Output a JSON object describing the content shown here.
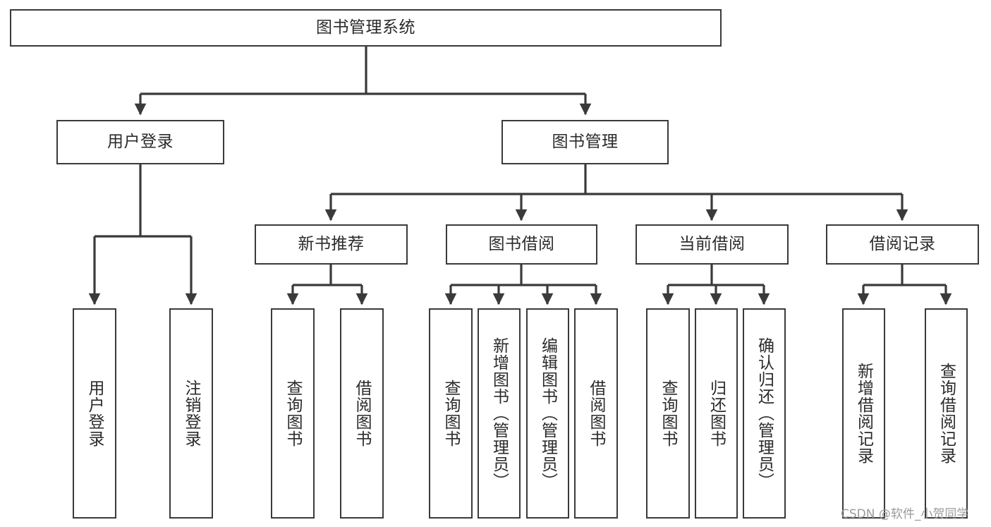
{
  "diagram": {
    "type": "tree",
    "title": "图书管理系统",
    "background_color": "#ffffff",
    "line_color": "#3a3a3a",
    "text_color": "#2b2b2b",
    "watermark": "CSDN @软件_小贺同学",
    "levels": {
      "root": {
        "label": "图书管理系统"
      },
      "level2": [
        {
          "label": "用户登录"
        },
        {
          "label": "图书管理"
        }
      ],
      "level3": [
        {
          "label": "新书推荐"
        },
        {
          "label": "图书借阅"
        },
        {
          "label": "当前借阅"
        },
        {
          "label": "借阅记录"
        }
      ],
      "leaves_user_login": [
        {
          "label": "用户登录"
        },
        {
          "label": "注销登录"
        }
      ],
      "leaves_new_book": [
        {
          "label": "查询图书"
        },
        {
          "label": "借阅图书"
        }
      ],
      "leaves_borrow": [
        {
          "label": "查询图书"
        },
        {
          "label": "新增图书（管理员）"
        },
        {
          "label": "编辑图书（管理员）"
        },
        {
          "label": "借阅图书"
        }
      ],
      "leaves_current": [
        {
          "label": "查询图书"
        },
        {
          "label": "归还图书"
        },
        {
          "label": "确认归还（管理员）"
        }
      ],
      "leaves_record": [
        {
          "label": "新增借阅记录"
        },
        {
          "label": "查询借阅记录"
        }
      ]
    }
  }
}
